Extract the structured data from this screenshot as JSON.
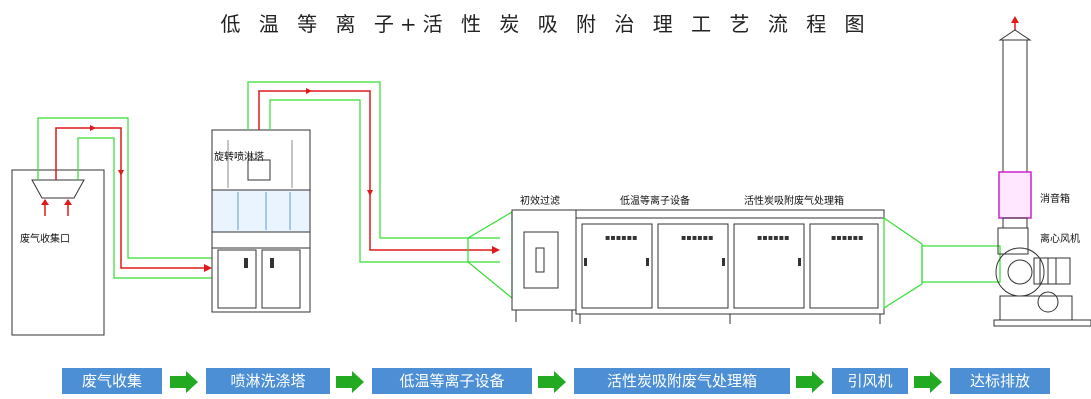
{
  "title": "低 温 等 离 子+活 性 炭 吸 附 治 理 工 艺 流 程 图",
  "labels": {
    "collection_port": "废气收集口",
    "spray_tower": "旋转喷淋塔",
    "primary_filter": "初效过滤",
    "plasma_unit": "低温等离子设备",
    "carbon_box": "活性炭吸附废气处理箱",
    "silencer": "消音箱",
    "fan": "离心风机"
  },
  "process_steps": [
    "废气收集",
    "喷淋洗涤塔",
    "低温等离子设备",
    "活性炭吸附废气处理箱",
    "引风机",
    "达标排放"
  ],
  "colors": {
    "duct_outline": "#33dd33",
    "flow_arrow": "#e01818",
    "step_bg": "#4d8fd4",
    "step_arrow": "#22aa22",
    "silencer": "#cc22cc"
  }
}
